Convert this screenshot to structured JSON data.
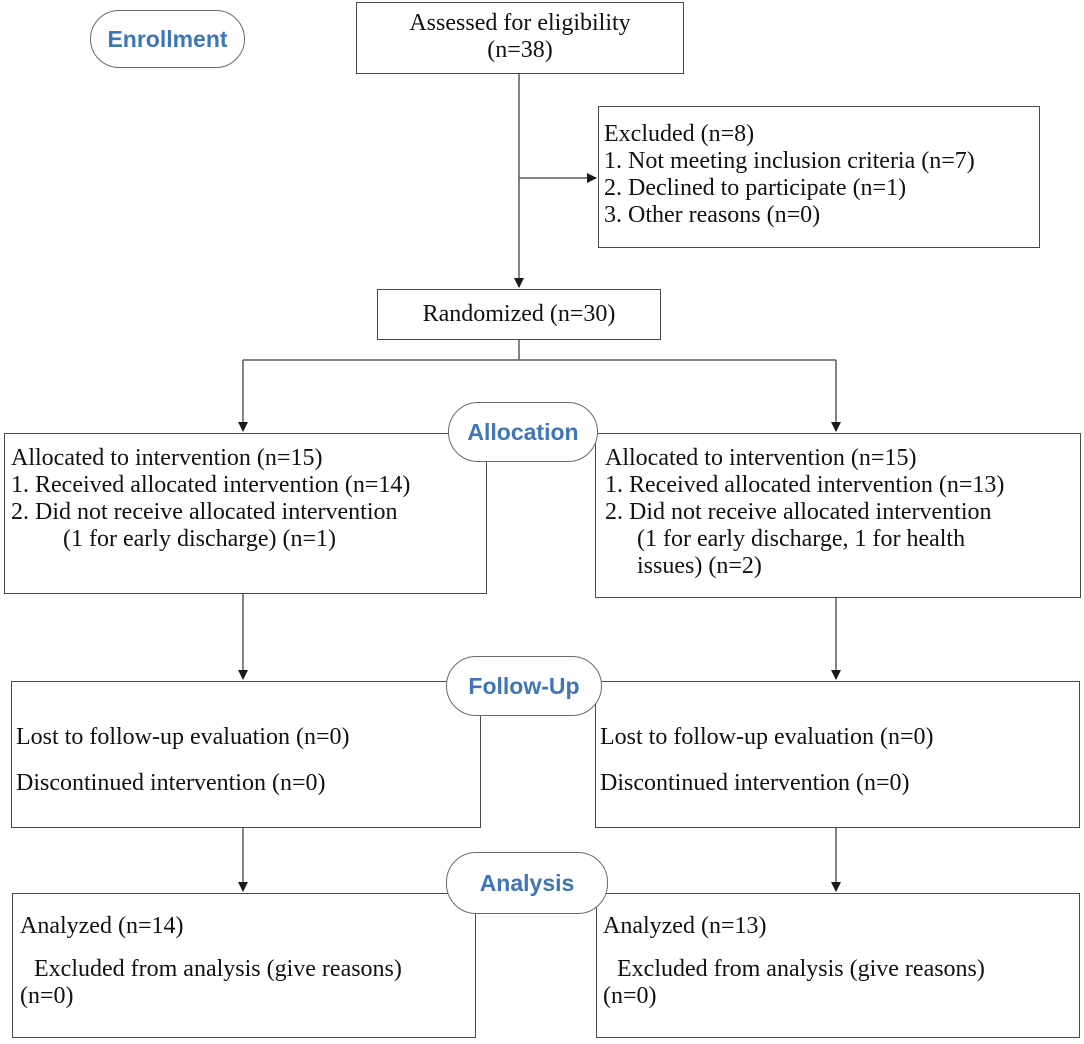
{
  "stages": {
    "enrollment": "Enrollment",
    "allocation": "Allocation",
    "follow_up": "Follow-Up",
    "analysis": "Analysis"
  },
  "assessed": {
    "line1": "Assessed for eligibility",
    "line2": "(n=38)"
  },
  "excluded": {
    "title": "Excluded  (n=8)",
    "items": [
      "1. Not meeting inclusion criteria (n=7)",
      "2. Declined to participate (n=1)",
      "3. Other reasons (n=0)"
    ]
  },
  "randomized": "Randomized (n=30)",
  "allocation_left": {
    "title": "Allocated to intervention (n=15)",
    "item1": "1. Received allocated intervention (n=14)",
    "item2": "2. Did not receive allocated intervention",
    "item2_cont": "(1 for early discharge) (n=1)"
  },
  "allocation_right": {
    "title": "Allocated to intervention (n=15)",
    "item1": "1. Received allocated intervention (n=13)",
    "item2": "2. Did not receive allocated intervention",
    "item2_cont1": "(1 for early discharge, 1 for health",
    "item2_cont2": "issues) (n=2)"
  },
  "followup_left": {
    "lost": "Lost to follow-up evaluation (n=0)",
    "discontinued": "Discontinued intervention (n=0)"
  },
  "followup_right": {
    "lost": "Lost to follow-up evaluation (n=0)",
    "discontinued": "Discontinued intervention (n=0)"
  },
  "analysis_left": {
    "analyzed": "Analyzed  (n=14)",
    "excluded": "Excluded from analysis (give reasons)",
    "excluded_n": "(n=0)"
  },
  "analysis_right": {
    "analyzed": "Analyzed  (n=13)",
    "excluded": "Excluded from analysis (give reasons)",
    "excluded_n": "(n=0)"
  }
}
